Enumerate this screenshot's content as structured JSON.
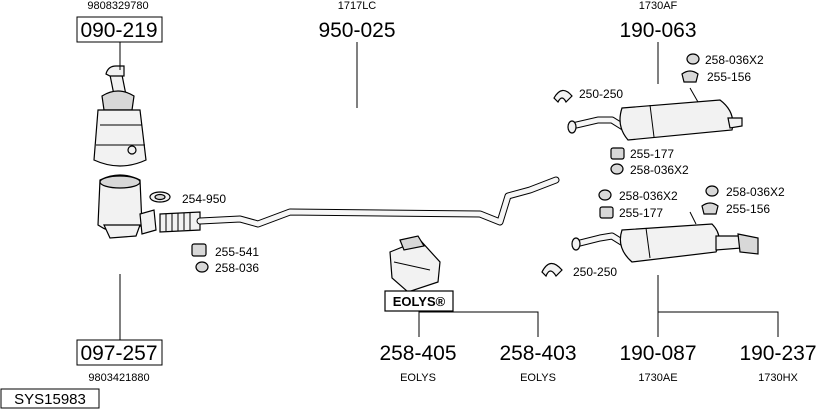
{
  "parts": {
    "cat_top": {
      "ref": "9808329780",
      "number": "090-219"
    },
    "cat_bottom": {
      "ref": "9803421880",
      "number": "097-257"
    },
    "front_pipe": {
      "ref": "1717LC",
      "number": "950-025"
    },
    "rear_muffler_top": {
      "ref": "1730AF",
      "number": "190-063"
    },
    "eolys_1": {
      "number": "258-405",
      "sub": "EOLYS"
    },
    "eolys_2": {
      "number": "258-403",
      "sub": "EOLYS"
    },
    "muffler_b1": {
      "number": "190-087",
      "sub": "1730AE"
    },
    "muffler_b2": {
      "number": "190-237",
      "sub": "1730HX"
    }
  },
  "small_parts": {
    "p254_950": "254-950",
    "p255_541": "255-541",
    "p258_036_a": "258-036",
    "p258_036x2_top": "258-036X2",
    "p255_156_top": "255-156",
    "p250_250_top": "250-250",
    "p255_177_top": "255-177",
    "p258_036x2_mid": "258-036X2",
    "p258_036x2_b1": "258-036X2",
    "p258_036x2_b2": "258-036X2",
    "p255_177_b": "255-177",
    "p255_156_b": "255-156",
    "p250_250_b": "250-250"
  },
  "eolys_box": "EOLYS®",
  "system_id": "SYS15983"
}
